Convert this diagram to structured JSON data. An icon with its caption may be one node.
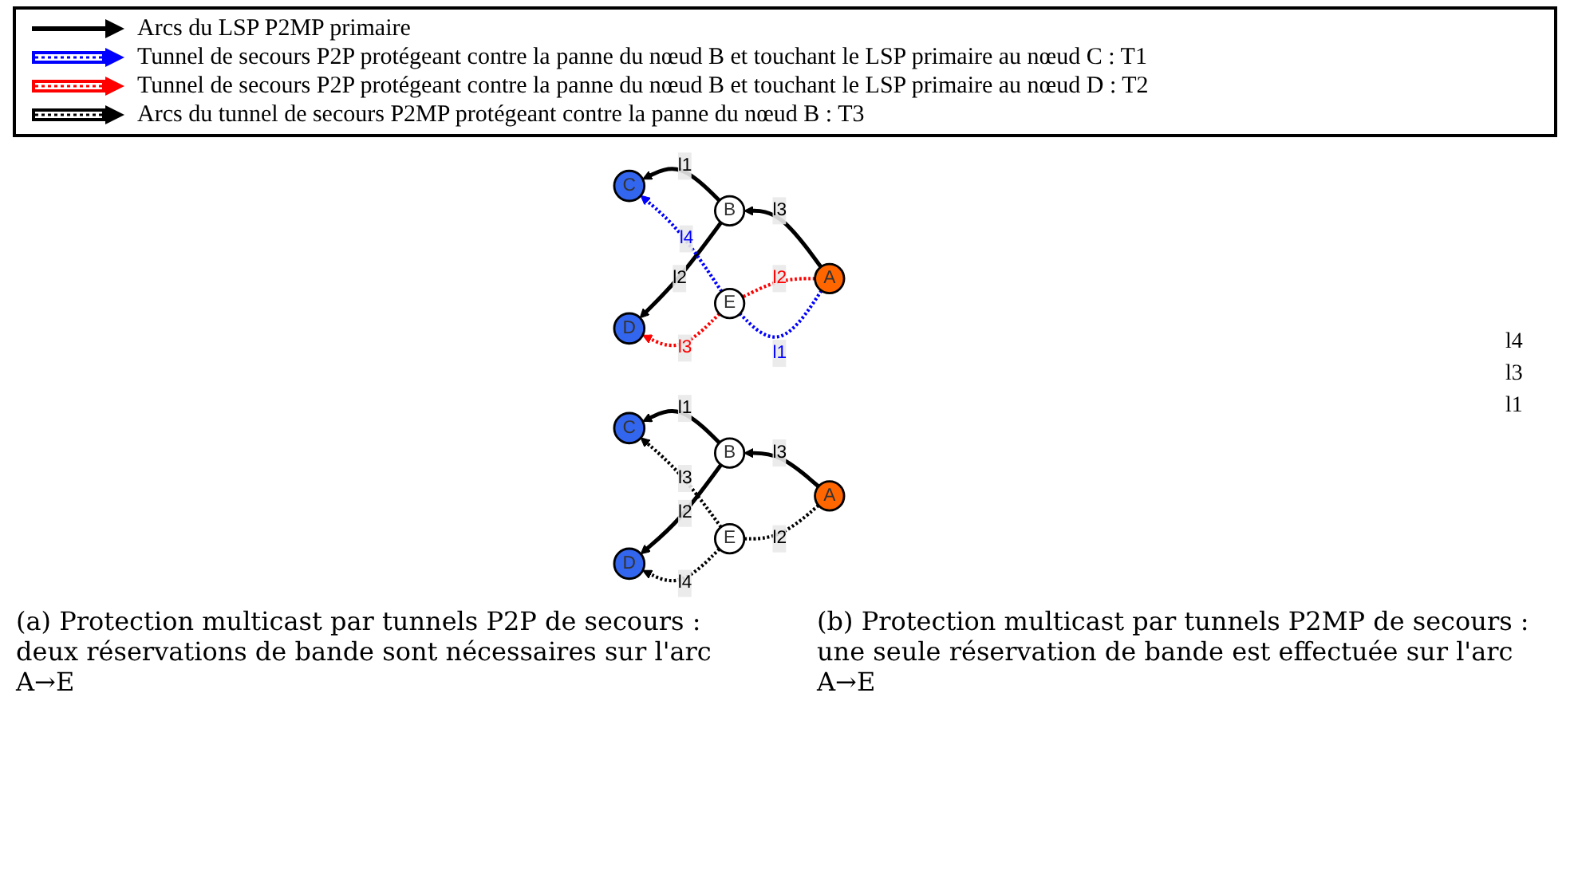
{
  "diagram": {
    "nodes": [
      {
        "text": [
          "C"
        ]
      },
      {
        "text": [
          "B"
        ]
      },
      {
        "text": [
          "E"
        ]
      },
      {
        "text": [
          "D"
        ]
      },
      {
        "text": [
          "A"
        ]
      },
      {
        "text": [
          "C"
        ]
      },
      {
        "text": [
          "B"
        ]
      },
      {
        "text": [
          "E"
        ]
      },
      {
        "text": [
          "D"
        ]
      },
      {
        "text": [
          "A"
        ]
      }
    ],
    "edges": [
      {
        "from": 1,
        "to": 0,
        "arrow": "to",
        "label": "l1"
      },
      {
        "from": 1,
        "to": 3,
        "arrow": "to",
        "label": "l2"
      },
      {
        "from": 4,
        "to": 1,
        "arrow": "to",
        "label": "l3"
      },
      {
        "from": 2,
        "to": 0,
        "arrow": "to",
        "label": "l4",
        "style": "dashed",
        "color": "#0000ff"
      },
      {
        "from": 2,
        "to": 3,
        "arrow": "to",
        "label": "l3",
        "style": "dashed",
        "color": "#ff0000"
      },
      {
        "from": 4,
        "to": 2,
        "arrow": "none",
        "label": "l2",
        "style": "dashed",
        "color": "#ff0000"
      },
      {
        "from": 4,
        "to": 2,
        "arrow": "none",
        "label": "l1",
        "style": "dashed",
        "color": "#0000ff"
      },
      {
        "from": 6,
        "to": 5,
        "arrow": "to",
        "label": "l1"
      },
      {
        "from": 6,
        "to": 8,
        "arrow": "to",
        "label": "l2"
      },
      {
        "from": 9,
        "to": 6,
        "arrow": "to",
        "label": "l3"
      },
      {
        "from": 7,
        "to": 5,
        "arrow": "to",
        "label": "l3",
        "style": "dashed"
      },
      {
        "from": 7,
        "to": 8,
        "arrow": "to",
        "label": "l4",
        "style": "dashed"
      },
      {
        "from": 9,
        "to": 7,
        "arrow": "none",
        "label": "l2",
        "style": "dashed"
      }
    ],
    "labels": [
      "l4",
      "l3",
      "l1",
      "(a) Protection multicast par tunnels P2P de secours : deux réservations de bande sont nécessaires sur l'arc A→E",
      "(b) Protection multicast par tunnels P2MP de secours : une seule réservation de bande est effectuée sur l'arc A→E"
    ],
    "legend": [
      {
        "text": "Arcs du LSP P2MP primaire"
      },
      {
        "text": "Tunnel de secours P2P protégeant contre la panne du nœud B et touchant le LSP primaire au nœud C : T1"
      },
      {
        "text": "Tunnel de secours P2P protégeant contre la panne du nœud B et touchant le LSP primaire au nœud D : T2"
      },
      {
        "text": "Arcs du tunnel de secours P2MP protégeant contre la panne du nœud B : T3"
      }
    ]
  }
}
